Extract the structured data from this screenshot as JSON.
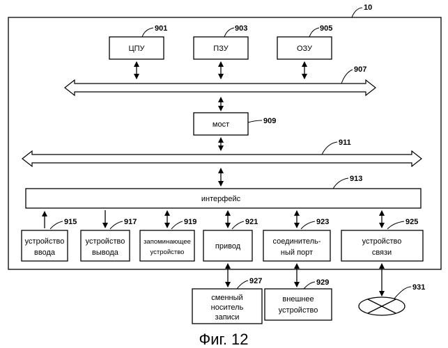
{
  "figure": {
    "caption": "Фиг. 12",
    "device": {
      "ref": "10"
    },
    "blocks": {
      "cpu": {
        "label": "ЦПУ",
        "ref": "901"
      },
      "rom": {
        "label": "ПЗУ",
        "ref": "903"
      },
      "ram": {
        "label": "ОЗУ",
        "ref": "905"
      },
      "host_bus": {
        "ref": "907"
      },
      "bridge": {
        "label": "мост",
        "ref": "909"
      },
      "external_bus": {
        "ref": "911"
      },
      "interface": {
        "label": "интерфейс",
        "ref": "913"
      },
      "input_device": {
        "line1": "устройство",
        "line2": "ввода",
        "ref": "915"
      },
      "output_device": {
        "line1": "устройство",
        "line2": "вывода",
        "ref": "917"
      },
      "storage_device": {
        "line1": "запоминающее",
        "line2": "устройство",
        "ref": "919"
      },
      "drive": {
        "label": "привод",
        "ref": "921"
      },
      "connection_port": {
        "line1": "соединитель-",
        "line2": "ный порт",
        "ref": "923"
      },
      "communication_device": {
        "line1": "устройство",
        "line2": "связи",
        "ref": "925"
      },
      "removable_medium": {
        "line1": "сменный",
        "line2": "носитель",
        "line3": "записи",
        "ref": "927"
      },
      "external_device": {
        "line1": "внешнее",
        "line2": "устройство",
        "ref": "929"
      },
      "network": {
        "ref": "931"
      }
    }
  }
}
